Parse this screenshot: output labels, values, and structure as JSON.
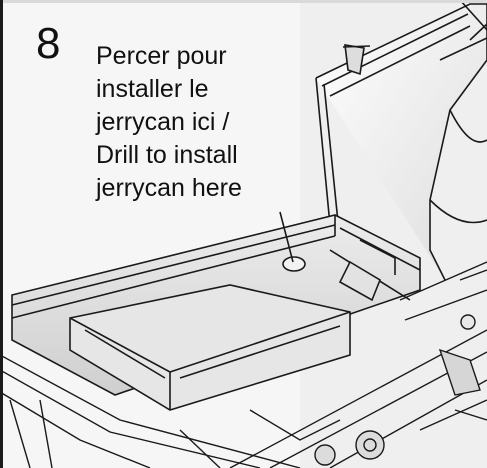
{
  "step": {
    "number": "8"
  },
  "caption": {
    "lines": [
      "Percer pour",
      "installer le",
      "jerrycan ici /",
      "Drill to install",
      "jerrycan here"
    ]
  },
  "colors": {
    "line": "#1a1a1a",
    "background": "#f6f6f6",
    "shade": "#d8d8d8"
  }
}
